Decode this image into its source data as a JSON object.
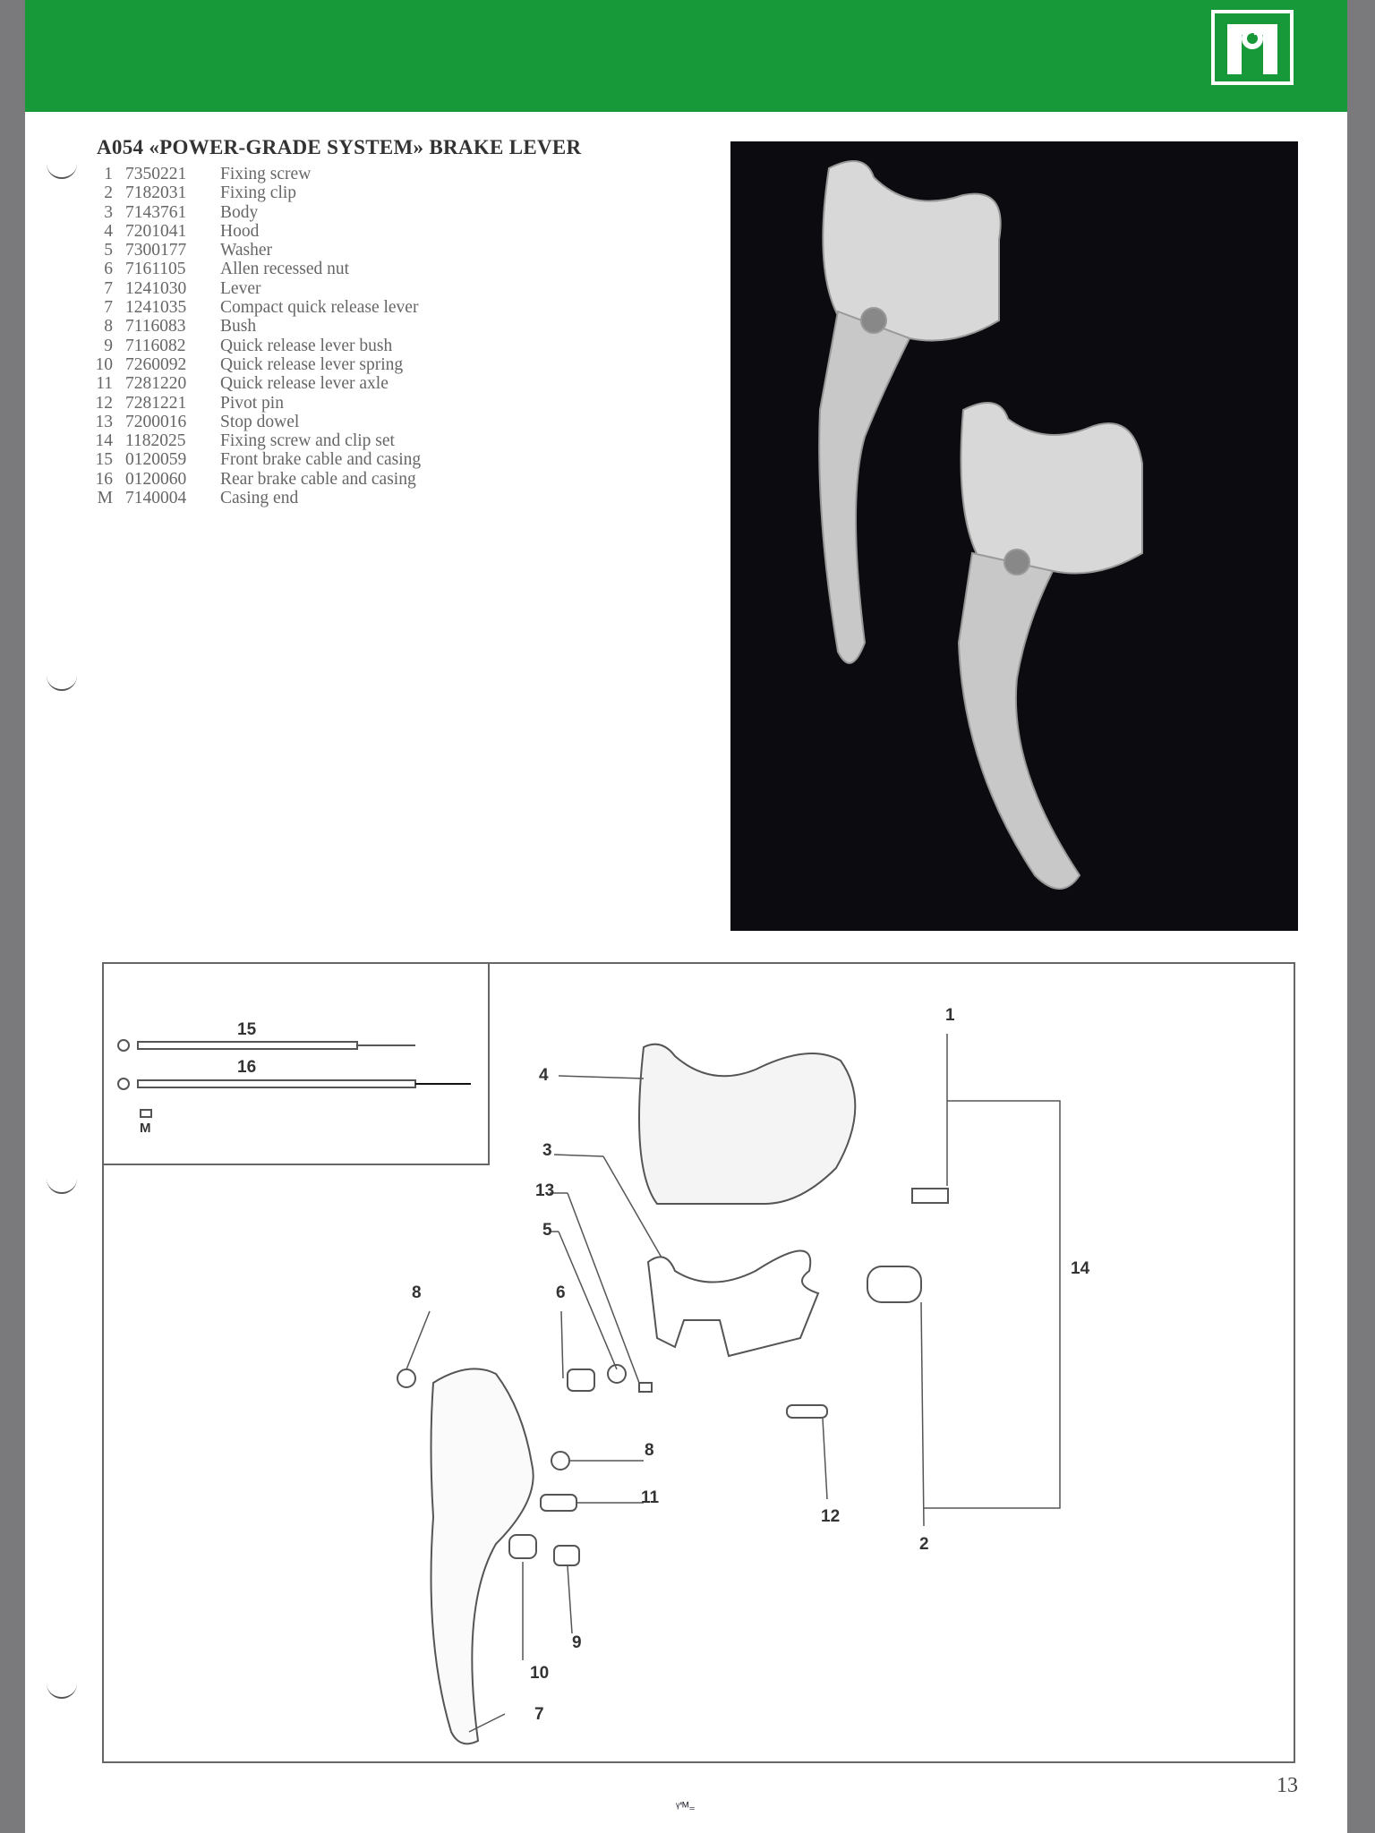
{
  "header": {
    "brand_color": "#17993a",
    "logo_icon": "campagnolo-logo"
  },
  "title": "A054 «POWER-GRADE SYSTEM» BRAKE LEVER",
  "parts": [
    {
      "ref": "1",
      "code": "7350221",
      "description": "Fixing screw"
    },
    {
      "ref": "2",
      "code": "7182031",
      "description": "Fixing clip"
    },
    {
      "ref": "3",
      "code": "7143761",
      "description": "Body"
    },
    {
      "ref": "4",
      "code": "7201041",
      "description": "Hood"
    },
    {
      "ref": "5",
      "code": "7300177",
      "description": "Washer"
    },
    {
      "ref": "6",
      "code": "7161105",
      "description": "Allen recessed nut"
    },
    {
      "ref": "7",
      "code": "1241030",
      "description": "Lever"
    },
    {
      "ref": "7",
      "code": "1241035",
      "description": "Compact quick release lever"
    },
    {
      "ref": "8",
      "code": "7116083",
      "description": "Bush"
    },
    {
      "ref": "9",
      "code": "7116082",
      "description": "Quick release lever bush"
    },
    {
      "ref": "10",
      "code": "7260092",
      "description": "Quick release lever spring"
    },
    {
      "ref": "11",
      "code": "7281220",
      "description": "Quick release lever axle"
    },
    {
      "ref": "12",
      "code": "7281221",
      "description": "Pivot pin"
    },
    {
      "ref": "13",
      "code": "7200016",
      "description": "Stop dowel"
    },
    {
      "ref": "14",
      "code": "1182025",
      "description": "Fixing screw and clip set"
    },
    {
      "ref": "15",
      "code": "0120059",
      "description": "Front brake cable and casing"
    },
    {
      "ref": "16",
      "code": "0120060",
      "description": "Rear brake cable and casing"
    },
    {
      "ref": "M",
      "code": "7140004",
      "description": "Casing end"
    }
  ],
  "diagram": {
    "inset_labels": {
      "front_cable": "15",
      "rear_cable": "16",
      "casing_end": "M"
    },
    "labels": {
      "hood": "4",
      "body": "3",
      "stop_dowel": "13",
      "washer": "5",
      "nut": "6",
      "bush_top": "8",
      "bush_mid": "8",
      "axle": "11",
      "qr_bush": "9",
      "spring": "10",
      "lever": "7",
      "pivot": "12",
      "clip": "2",
      "screw": "1",
      "screw_clip_set": "14"
    }
  },
  "footer": {
    "page_number": "13",
    "mark": "ᵞ'ᴹ₌"
  }
}
